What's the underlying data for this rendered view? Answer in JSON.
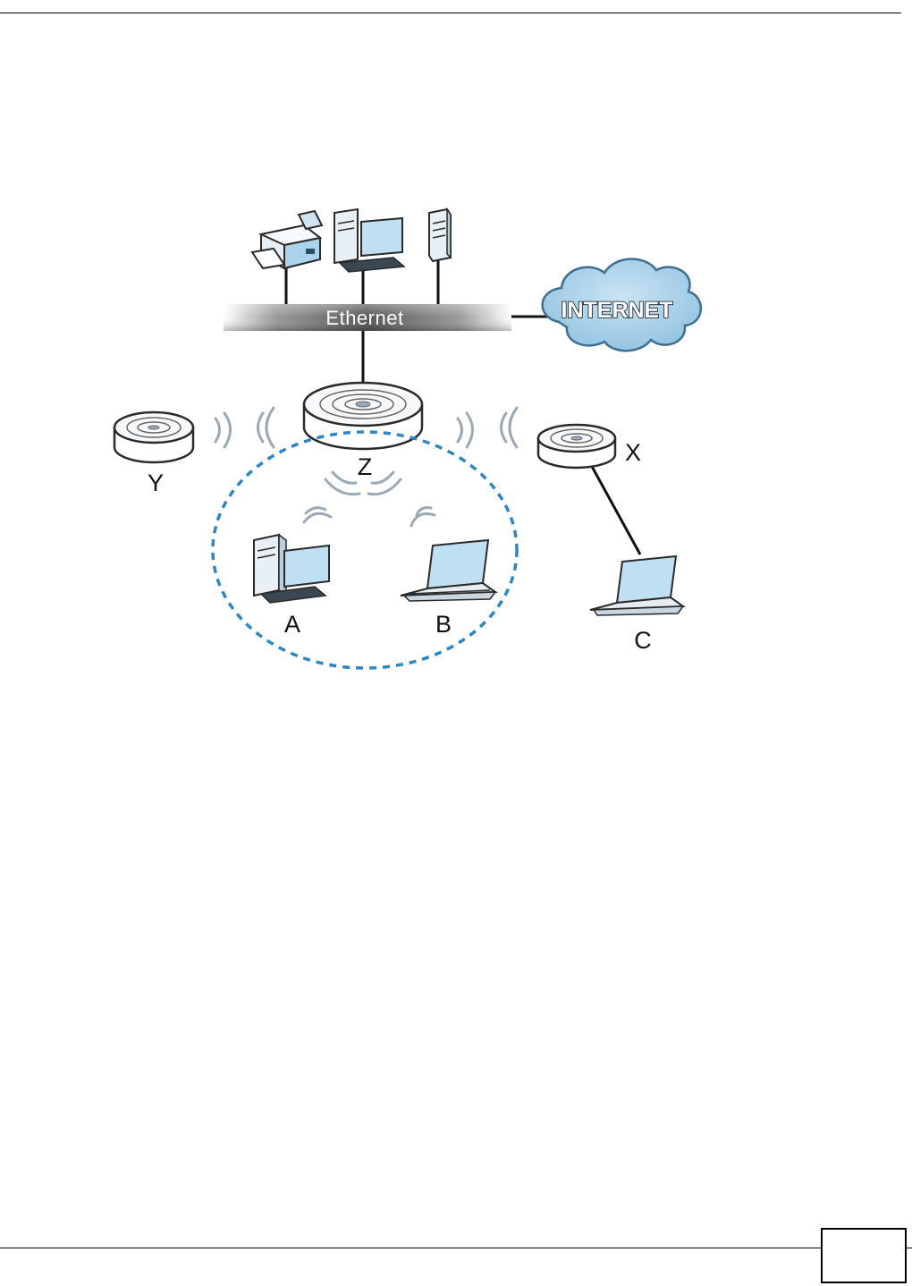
{
  "diagram": {
    "bus_label": "Ethernet",
    "cloud_label": "INTERNET",
    "node_labels": {
      "ap_z": "Z",
      "ap_y": "Y",
      "ap_x": "X",
      "client_a": "A",
      "client_b": "B",
      "client_c": "C"
    }
  },
  "colors": {
    "cloud_fill": "#a9cfe6",
    "cloud_stroke": "#3d6f91",
    "dashed_circle": "#2f86c4",
    "device_body": "#f4f7fa",
    "screen": "#bfe0f3"
  },
  "footer": {
    "page_number": ""
  }
}
